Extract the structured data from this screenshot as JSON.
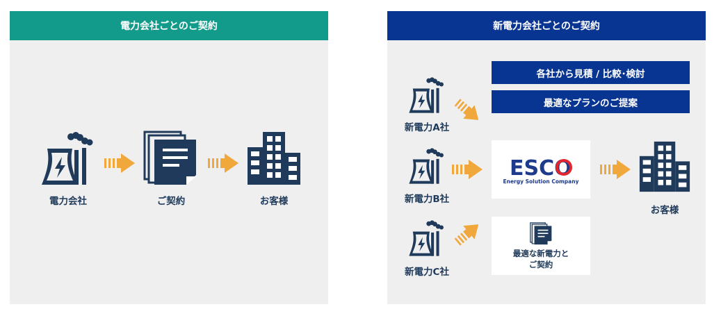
{
  "left_panel": {
    "header": "電力会社ごとのご契約",
    "steps": [
      {
        "icon": "power-plant-icon",
        "label": "電力会社"
      },
      {
        "icon": "contract-document-icon",
        "label": "ご契約"
      },
      {
        "icon": "office-building-icon",
        "label": "お客様"
      }
    ]
  },
  "right_panel": {
    "header": "新電力会社ごとのご契約",
    "suppliers": [
      {
        "icon": "power-plant-icon",
        "label": "新電力A社"
      },
      {
        "icon": "power-plant-icon",
        "label": "新電力B社"
      },
      {
        "icon": "power-plant-icon",
        "label": "新電力C社"
      }
    ],
    "services": [
      "各社から見積 / 比較･検討",
      "最適なプランのご提案"
    ],
    "esco": {
      "logo_text": "ESCO",
      "tagline": "Energy Solution Company"
    },
    "contract_box": {
      "icon": "contract-document-icon",
      "line1": "最適な新電力と",
      "line2": "ご契約"
    },
    "customer": {
      "icon": "office-building-icon",
      "label": "お客様"
    }
  },
  "colors": {
    "teal": "#129b8a",
    "navy": "#083592",
    "icon": "#1f3a5a",
    "arrow": "#f0a73c",
    "esco_red": "#e3262e",
    "esco_blue": "#1e3a8a"
  }
}
